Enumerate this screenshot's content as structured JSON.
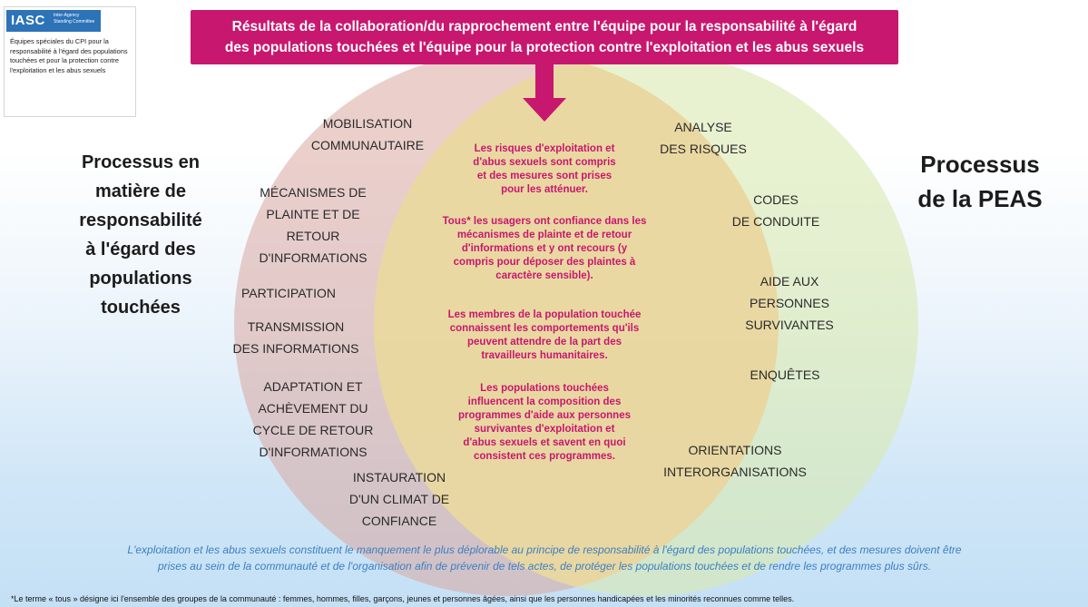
{
  "logo": {
    "acronym": "IASC",
    "small_text": "Inter-Agency Standing Committee",
    "description": "Équipes spéciales du CPI pour la responsabilité à l'égard des populations touchées et pour la protection contre l'exploitation et les abus sexuels"
  },
  "header": {
    "title": "Résultats de la collaboration/du rapprochement entre l'équipe pour la responsabilité à l'égard\ndes populations touchées et l'équipe pour la protection contre l'exploitation et les abus sexuels"
  },
  "left_circle": {
    "title": "Processus en\nmatière de\nresponsabilité\nà l'égard des\npopulations\ntouchées",
    "items": [
      "MOBILISATION\nCOMMUNAUTAIRE",
      "MÉCANISMES DE\nPLAINTE ET DE\nRETOUR\nD'INFORMATIONS",
      "PARTICIPATION",
      "TRANSMISSION\nDES INFORMATIONS",
      "ADAPTATION ET\nACHÈVEMENT DU\nCYCLE DE RETOUR\nD'INFORMATIONS",
      "INSTAURATION\nD'UN CLIMAT DE\nCONFIANCE"
    ]
  },
  "right_circle": {
    "title": "Processus\nde la PEAS",
    "items": [
      "ANALYSE\nDES RISQUES",
      "CODES\nDE CONDUITE",
      "AIDE AUX\nPERSONNES\nSURVIVANTES",
      "ENQUÊTES",
      "ORIENTATIONS\nINTERORGANISATIONS"
    ]
  },
  "overlap": {
    "outcomes": [
      "Les risques d'exploitation et\nd'abus sexuels sont compris\net des mesures sont prises\npour les atténuer.",
      "Tous* les usagers ont confiance dans les\nmécanismes de plainte et de retour\nd'informations et y ont recours (y\ncompris pour déposer des plaintes à\ncaractère sensible).",
      "Les membres de la population touchée\nconnaissent les comportements qu'ils\npeuvent attendre de la part des\ntravailleurs humanitaires.",
      "Les populations touchées\ninfluencent la composition des\nprogrammes d'aide aux personnes\nsurvivantes d'exploitation et\nd'abus sexuels et savent en quoi\nconsistent ces programmes."
    ]
  },
  "bottom": {
    "statement": "L'exploitation et les abus sexuels constituent le manquement le plus déplorable au principe de responsabilité à l'égard des populations touchées, et des mesures doivent être\nprises au sein de la communauté et de l'organisation afin de prévenir de tels actes, de protéger les populations touchées et de rendre les programmes plus sûrs.",
    "footnote": "*Le terme « tous » désigne ici l'ensemble des groupes de la communauté : femmes, hommes, filles, garçons, jeunes et personnes âgées, ainsi que les personnes handicapées et les minorités reconnues comme telles."
  },
  "colors": {
    "accent": "#c8176e",
    "left_circle_fill": "#d9a8a0",
    "right_circle_fill": "#d8e9b0",
    "overlap_fill": "#e9d39c",
    "statement_text": "#3d7fc1"
  }
}
